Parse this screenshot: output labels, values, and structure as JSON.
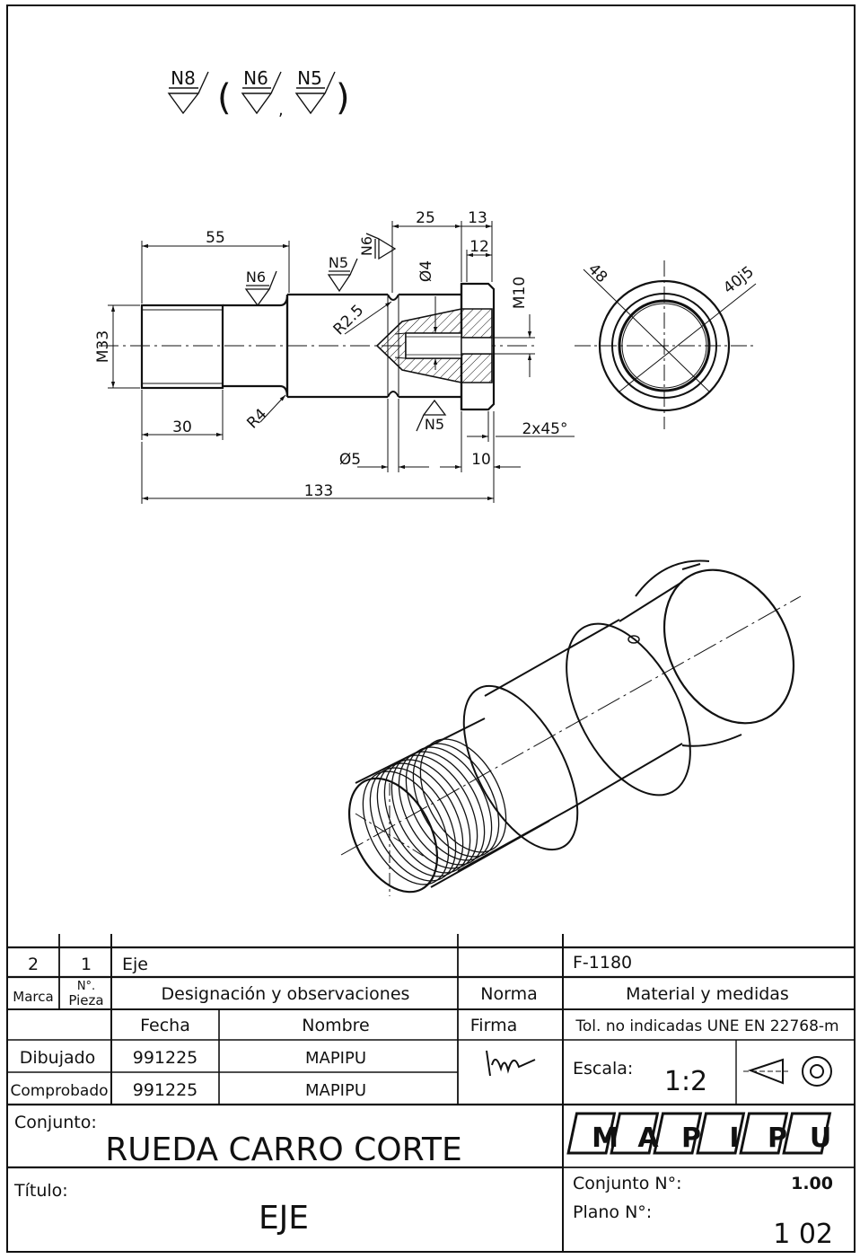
{
  "surface_finish": {
    "general": "N8",
    "alt1": "N6",
    "alt2": "N5",
    "open_paren": "(",
    "close_paren": ")",
    "comma": ","
  },
  "front_view": {
    "dims": {
      "d55": "55",
      "d25": "25",
      "d13": "13",
      "d12": "12",
      "m33": "M33",
      "m10": "M10",
      "phi4": "Ø4",
      "r25": "R2.5",
      "r4": "R4",
      "d30": "30",
      "phi5": "Ø5",
      "d10": "10",
      "chamfer": "2x45°",
      "d133": "133"
    },
    "finishes": {
      "n6_a": "N6",
      "n5_a": "N5",
      "n6_b": "N6",
      "n5_b": "N5"
    }
  },
  "side_view": {
    "d48": "48",
    "d40j5": "40j5"
  },
  "title_block": {
    "row_part": {
      "marca": "2",
      "pieza": "1",
      "designacion": "Eje",
      "material": "F-1180"
    },
    "headers": {
      "marca": "Marca",
      "pieza_a": "N°.",
      "pieza_b": "Pieza",
      "designacion": "Designación y observaciones",
      "norma": "Norma",
      "material": "Material y medidas",
      "fecha": "Fecha",
      "nombre": "Nombre",
      "firma": "Firma",
      "tolerancias": "Tol. no indicadas UNE EN 22768-m"
    },
    "dibujado": {
      "label": "Dibujado",
      "fecha": "991225",
      "nombre": "MAPIPU"
    },
    "comprobado": {
      "label": "Comprobado",
      "fecha": "991225",
      "nombre": "MAPIPU"
    },
    "escala_label": "Escala:",
    "escala_value": "1:2",
    "conjunto_label": "Conjunto:",
    "conjunto_value": "RUEDA CARRO CORTE",
    "titulo_label": "Título:",
    "titulo_value": "EJE",
    "logo_letters": [
      "M",
      "A",
      "P",
      "I",
      "P",
      "U"
    ],
    "conjunto_num_label": "Conjunto N°:",
    "conjunto_num_value": "1.00",
    "plano_label": "Plano N°:",
    "plano_value": "1 02"
  }
}
